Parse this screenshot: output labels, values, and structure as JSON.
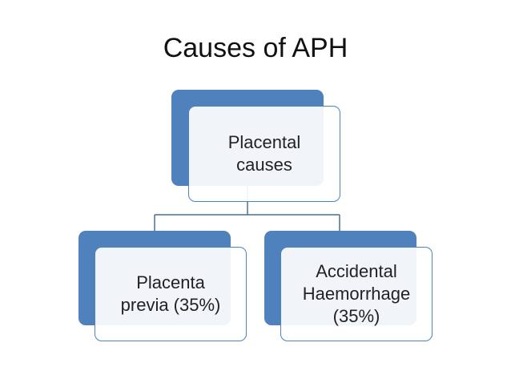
{
  "slide": {
    "title": "Causes of APH"
  },
  "diagram": {
    "type": "hierarchy",
    "root": {
      "label_line1": "Placental",
      "label_line2": "causes"
    },
    "children": [
      {
        "label_line1": "Placenta",
        "label_line2": "previa (35%)"
      },
      {
        "label_line1": "Accidental",
        "label_line2": "Haemorrhage",
        "label_line3": "(35%)"
      }
    ],
    "colors": {
      "accent": "#4f81bd",
      "connector": "#4a6e96",
      "card_border": "#4f81bd"
    }
  }
}
